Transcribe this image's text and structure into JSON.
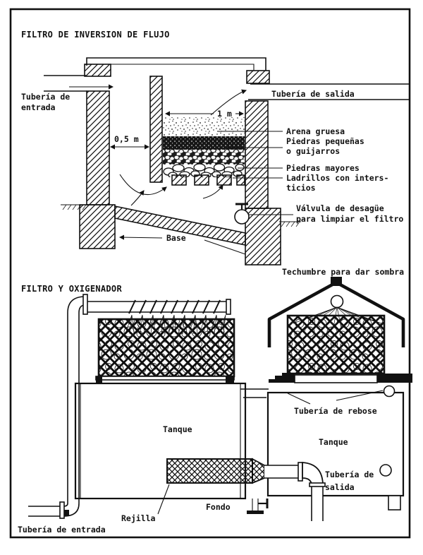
{
  "page": {
    "background": "#ffffff",
    "ink": "#111111"
  },
  "top_diagram": {
    "title": "FILTRO DE INVERSION DE FLUJO",
    "dimensions": {
      "chamber_width": "1 m",
      "channel_width": "0,5 m"
    },
    "labels": {
      "inlet_1": "Tubería de",
      "inlet_2": "entrada",
      "outlet": "Tubería de salida",
      "sand": "Arena gruesa",
      "small_stones_1": "Piedras pequeñas",
      "small_stones_2": "o guijarros",
      "large_stones": "Piedras mayores",
      "bricks_1": "Ladrillos con inters-",
      "bricks_2": "ticios",
      "valve_1": "Válvula de desagüe",
      "valve_2": "para limpiar el filtro",
      "base": "Base"
    }
  },
  "bottom_diagram": {
    "title": "FILTRO Y OXIGENADOR",
    "labels": {
      "roof": "Techumbre para dar sombra",
      "overflow": "Tubería de rebose",
      "tank_left": "Tanque",
      "tank_right": "Tanque",
      "outlet_1": "Tubería de",
      "outlet_2": "salida",
      "screen": "Rejilla",
      "bottom": "Fondo",
      "inlet": "Tubería de entrada"
    }
  }
}
